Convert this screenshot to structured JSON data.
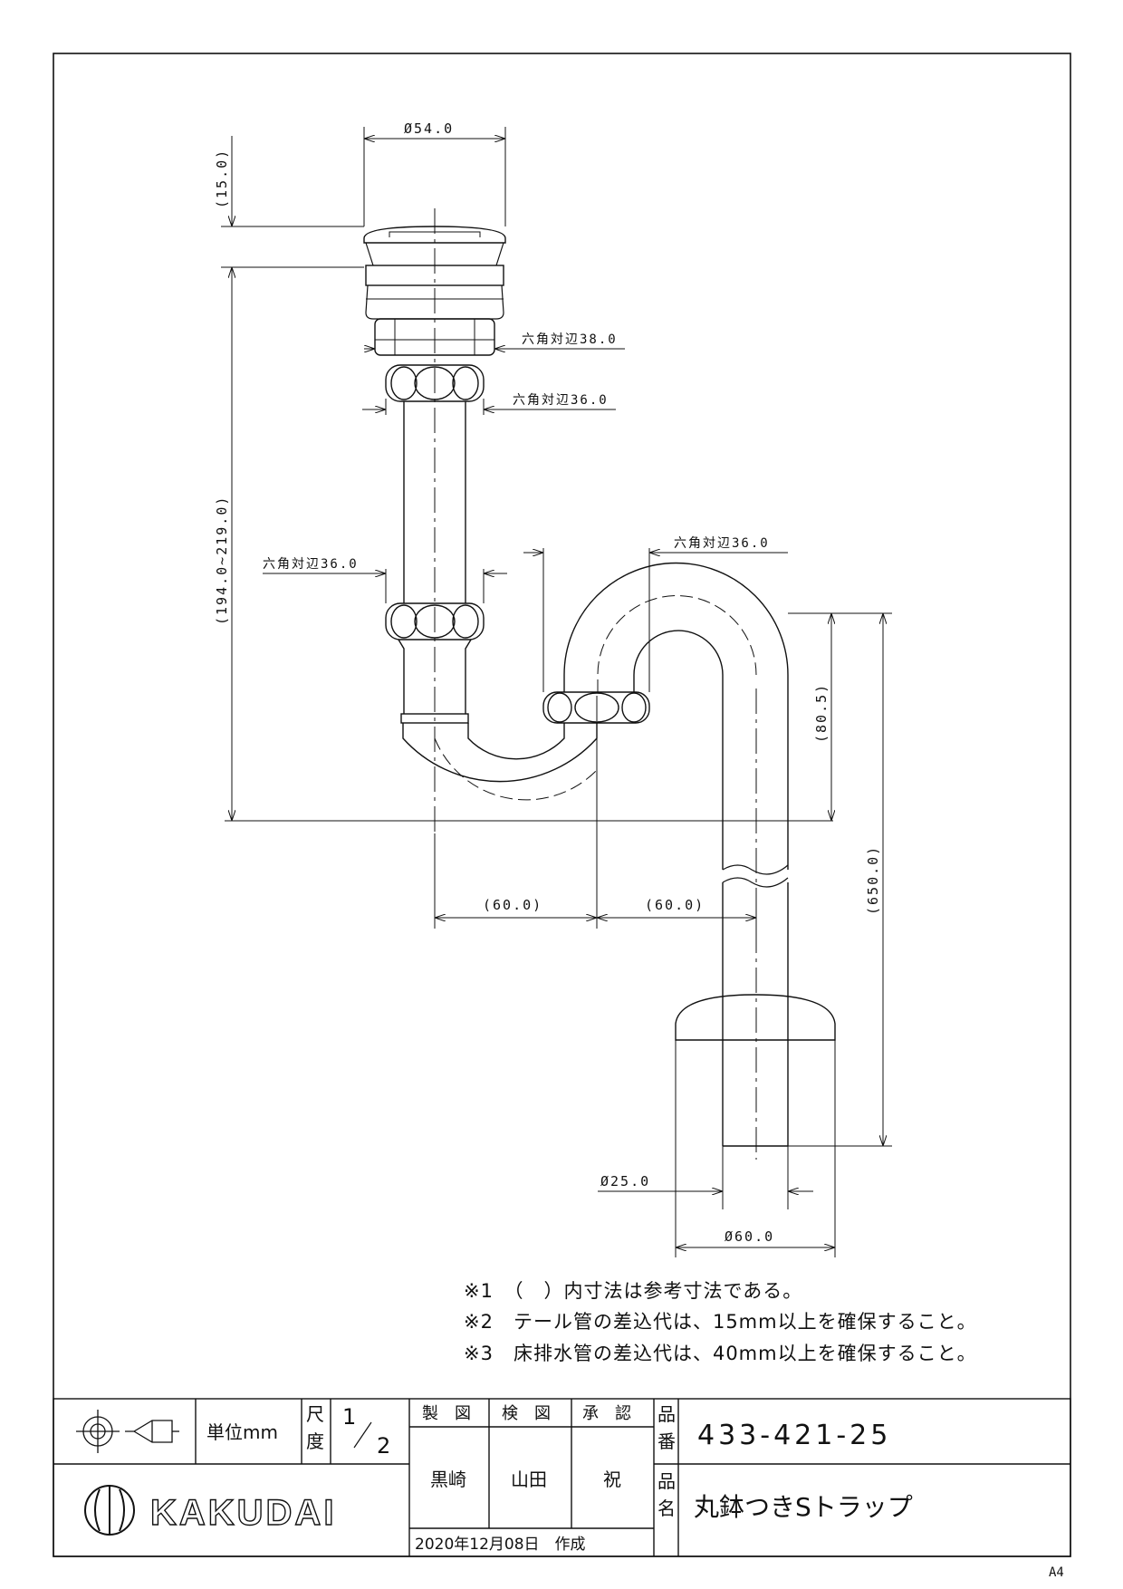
{
  "dimensions": {
    "top_diameter": "Ø54.0",
    "cap_height": "(15.0)",
    "hex_38": "六角対辺38.0",
    "hex_36_upper": "六角対辺36.0",
    "hex_36_left": "六角対辺36.0",
    "hex_36_right": "六角対辺36.0",
    "vertical_range": "(194.0~219.0)",
    "trap_rise": "(80.5)",
    "total_height": "(650.0)",
    "offset_left": "(60.0)",
    "offset_right": "(60.0)",
    "pipe_diameter": "Ø25.0",
    "flange_diameter": "Ø60.0"
  },
  "notes": [
    "※1　（　）内寸法は参考寸法である。",
    "※2　テール管の差込代は、15mm以上を確保すること。",
    "※3　床排水管の差込代は、40mm以上を確保すること。"
  ],
  "title_block": {
    "unit": "単位mm",
    "scale_label_1": "尺",
    "scale_label_2": "度",
    "scale_num": "1",
    "scale_den": "2",
    "drawn_label": "製　図",
    "checked_label": "検　図",
    "approved_label": "承　認",
    "drawn_by": "黒崎",
    "checked_by": "山田",
    "approved_by": "祝",
    "date": "2020年12月08日　作成",
    "part_no_label_1": "品",
    "part_no_label_2": "番",
    "part_no": "433-421-25",
    "part_name_label_1": "品",
    "part_name_label_2": "名",
    "part_name": "丸鉢つきSトラップ",
    "brand": "KAKUDAI"
  },
  "paper_size": "A4"
}
